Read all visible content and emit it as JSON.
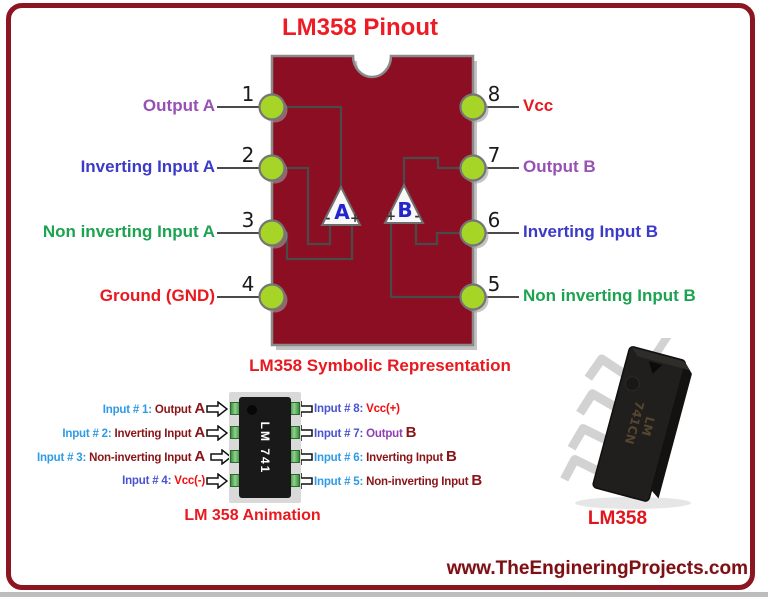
{
  "header": {
    "title": "LM358 Pinout"
  },
  "pinout": {
    "caption": "LM358 Symbolic Representation",
    "left_pins": [
      {
        "number": "1",
        "label": "Output A"
      },
      {
        "number": "2",
        "label": "Inverting Input A"
      },
      {
        "number": "3",
        "label": "Non inverting Input A"
      },
      {
        "number": "4",
        "label": "Ground (GND)"
      }
    ],
    "right_pins": [
      {
        "number": "8",
        "label": "Vcc"
      },
      {
        "number": "7",
        "label": "Output B"
      },
      {
        "number": "6",
        "label": "Inverting Input B"
      },
      {
        "number": "5",
        "label": "Non inverting Input B"
      }
    ],
    "opamps": [
      {
        "name": "A",
        "left_sign": "-",
        "right_sign": "+"
      },
      {
        "name": "B",
        "left_sign": "+",
        "right_sign": "-"
      }
    ]
  },
  "animation": {
    "caption": "LM 358 Animation",
    "chip_label": "LM 741",
    "left_rows": [
      {
        "prefix": "Input # 1:",
        "value": "Output",
        "letter": "A"
      },
      {
        "prefix": "Input # 2:",
        "value": "Inverting Input",
        "letter": "A"
      },
      {
        "prefix": "Input # 3:",
        "value": "Non-inverting Input",
        "letter": "A"
      },
      {
        "prefix": "Input # 4:",
        "value": "Vcc(-)",
        "letter": ""
      }
    ],
    "right_rows": [
      {
        "prefix": "Input # 8:",
        "value": "Vcc(+)",
        "letter": ""
      },
      {
        "prefix": "Input # 7:",
        "value": "Output",
        "letter": "B"
      },
      {
        "prefix": "Input # 6:",
        "value": "Inverting Input",
        "letter": "B"
      },
      {
        "prefix": "Input # 5:",
        "value": "Non-inverting Input",
        "letter": "B"
      }
    ]
  },
  "photo": {
    "caption": "LM358",
    "chip_text_line1": "LM",
    "chip_text_line2": "741CN"
  },
  "footer": {
    "website": "www.TheEngineringProjects.com"
  },
  "colors": {
    "chip_body": "#8C0E22",
    "pin_green": "#A6D427",
    "title_red": "#ED1B24",
    "label_purple": "#9751B5",
    "label_blue": "#3B3BC8",
    "label_green": "#1CA350",
    "label_red": "#E8191F",
    "anim_sky_blue": "#2F9BE5",
    "anim_violet": "#4953CF",
    "anim_dark_red": "#8A1518",
    "anim_bright_red": "#F40B0B",
    "anim_purple": "#8E3FB5",
    "footer_maroon": "#7B1113",
    "frame_maroon": "#8B1520"
  }
}
